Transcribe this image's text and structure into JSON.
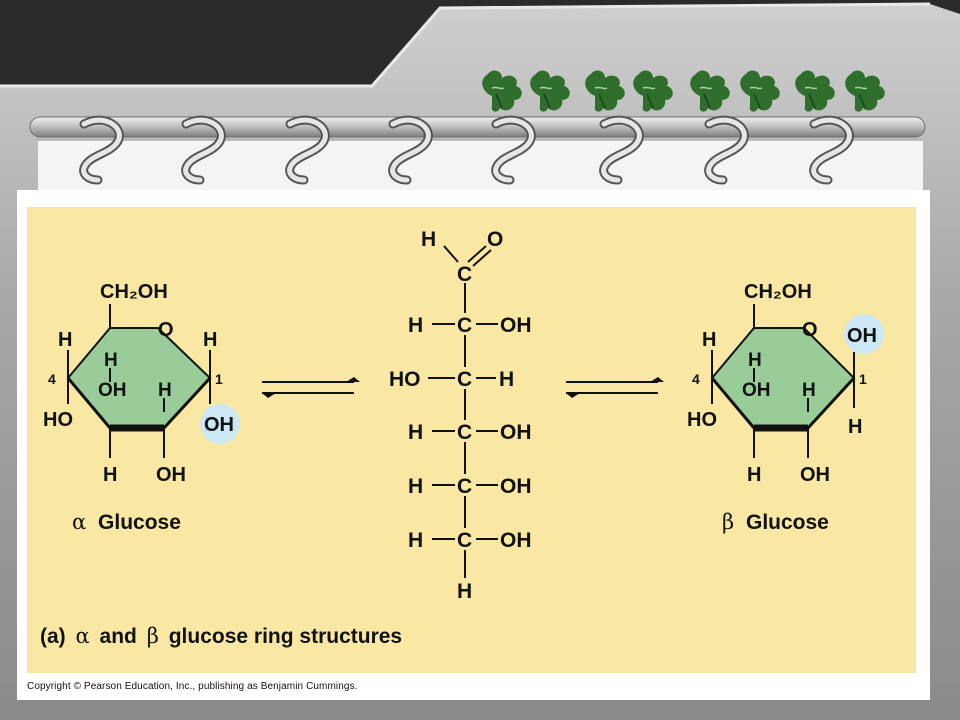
{
  "alpha": {
    "ch2oh": "CH₂OH",
    "ring_o": "O",
    "c4_h_top": "H",
    "c1_h_top": "H",
    "inner_h": "H",
    "inner_oh": "OH",
    "inner_h2": "H",
    "c4_label": "4",
    "c1_label": "1",
    "ho_left": "HO",
    "c1_oh": "OH",
    "bottom_h": "H",
    "bottom_oh": "OH",
    "name_symbol": "α",
    "name": "Glucose"
  },
  "linear": {
    "top_h": "H",
    "top_o": "O",
    "c": "C",
    "rows": [
      {
        "left": "H",
        "right": "OH"
      },
      {
        "left": "HO",
        "right": "H"
      },
      {
        "left": "H",
        "right": "OH"
      },
      {
        "left": "H",
        "right": "OH"
      },
      {
        "left": "H",
        "right": "OH"
      }
    ],
    "bottom_h": "H"
  },
  "beta": {
    "ch2oh": "CH₂OH",
    "ring_o": "O",
    "c1_oh_top": "OH",
    "c4_h_top": "H",
    "inner_h": "H",
    "inner_oh": "OH",
    "inner_h2": "H",
    "c4_label": "4",
    "c1_label": "1",
    "ho_left": "HO",
    "c1_h_bottom": "H",
    "bottom_h": "H",
    "bottom_oh": "OH",
    "name_symbol": "β",
    "name": "Glucose"
  },
  "caption": {
    "part": "(a)",
    "alpha": "α",
    "and": "and",
    "beta": "β",
    "rest": "glucose ring structures"
  },
  "copyright": "Copyright © Pearson Education, Inc., publishing as Benjamin Cummings.",
  "colors": {
    "ring_fill": "#99cc99",
    "highlight": "#cde8f5",
    "figure_bg": "#f9e8a3",
    "leaf_green": "#2f6e2c"
  },
  "icons": [
    "clover-leaf-icon",
    "spiral-ring-icon",
    "equilibrium-arrow-icon"
  ]
}
